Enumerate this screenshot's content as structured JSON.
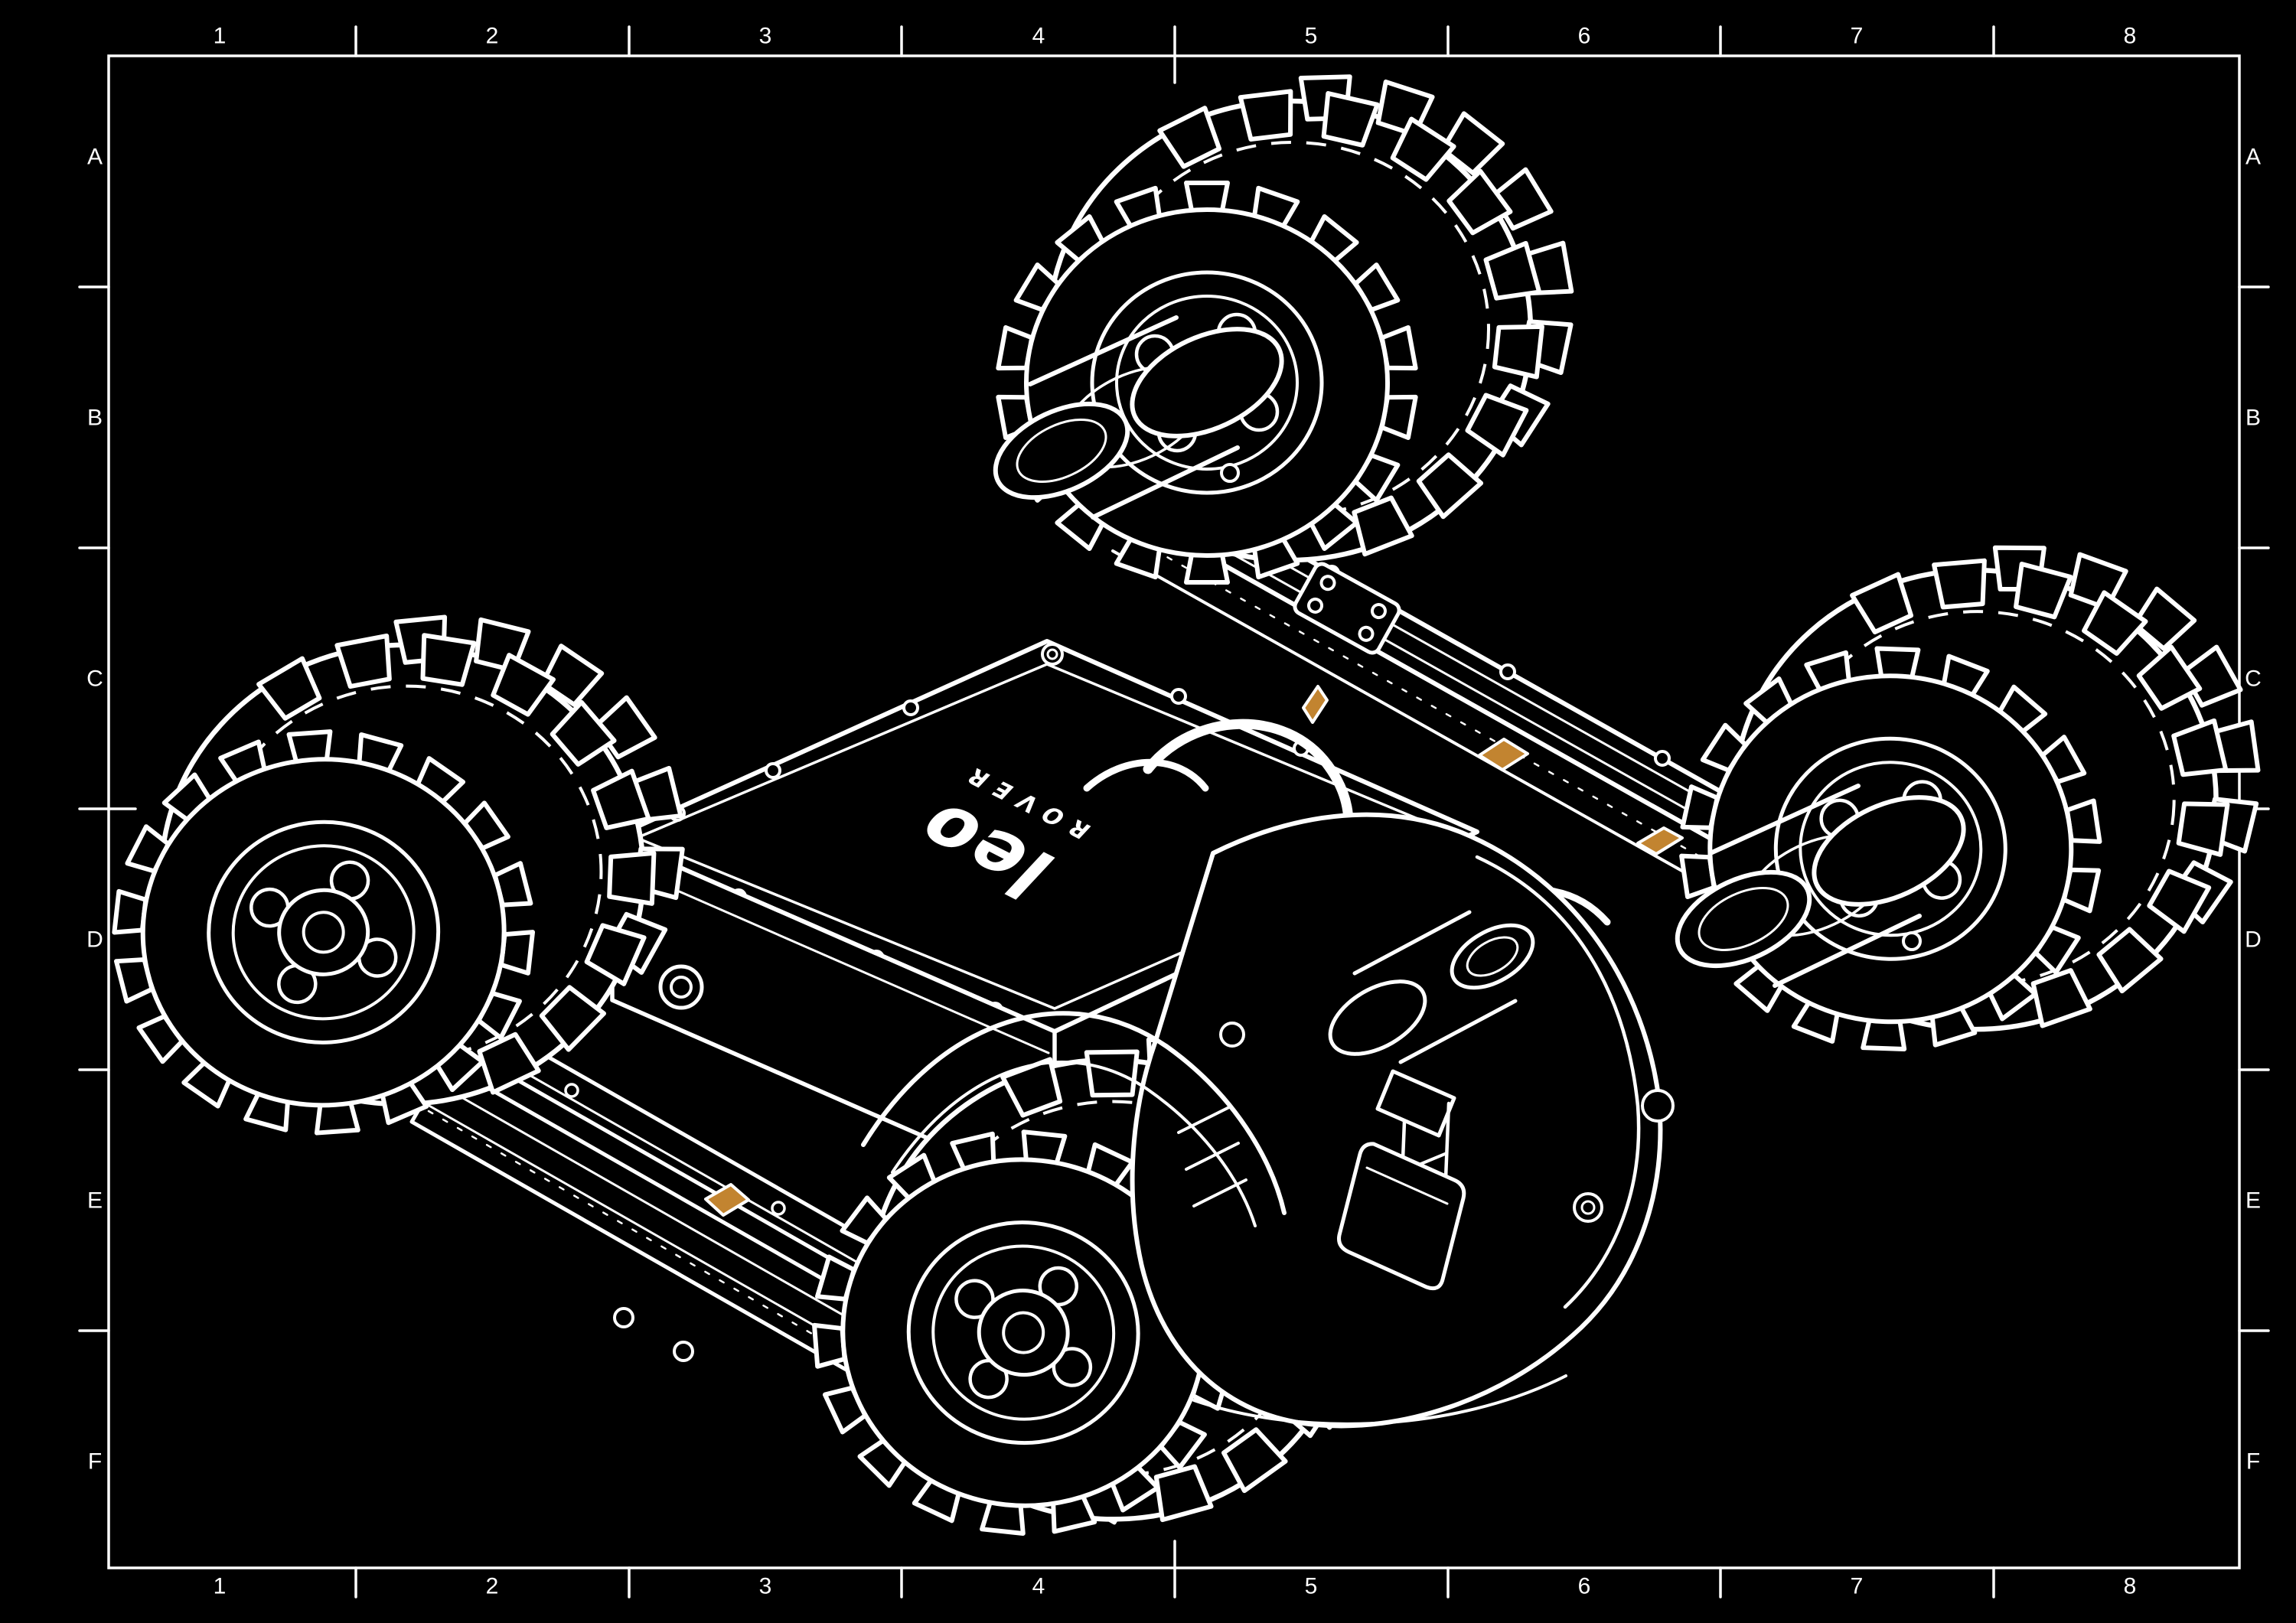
{
  "colors": {
    "background": "#000000",
    "line": "#ffffff",
    "accent": "#c28430"
  },
  "frame": {
    "columns": [
      "1",
      "2",
      "3",
      "4",
      "5",
      "6",
      "7",
      "8"
    ],
    "rows": [
      "A",
      "B",
      "C",
      "D",
      "E",
      "F"
    ]
  },
  "logo": {
    "name": "leo",
    "subtitle": "ROVER"
  }
}
